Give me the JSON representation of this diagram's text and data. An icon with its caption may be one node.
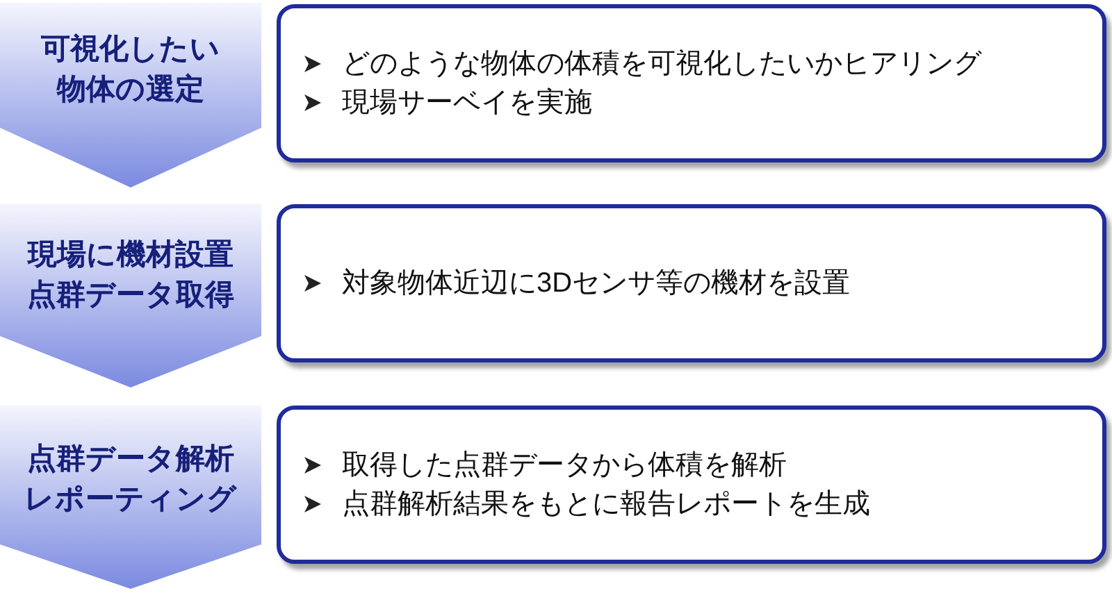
{
  "diagram": {
    "nodes": [
      {
        "text": [
          "可視化したい物体の選定"
        ]
      },
      {
        "text": [
          "どのような物体の体積を可視化したいかヒアリング",
          "現場サーベイを実施"
        ]
      },
      {
        "text": [
          "現場に機材設置点群データ取得"
        ]
      },
      {
        "text": [
          "対象物体近辺に3Dセンサ等の機材を設置"
        ]
      },
      {
        "text": [
          "点群データ解析レポーティング"
        ]
      },
      {
        "text": [
          "取得した点群データから体積を解析",
          "点群解析結果をもとに報告レポートを生成"
        ]
      }
    ]
  }
}
